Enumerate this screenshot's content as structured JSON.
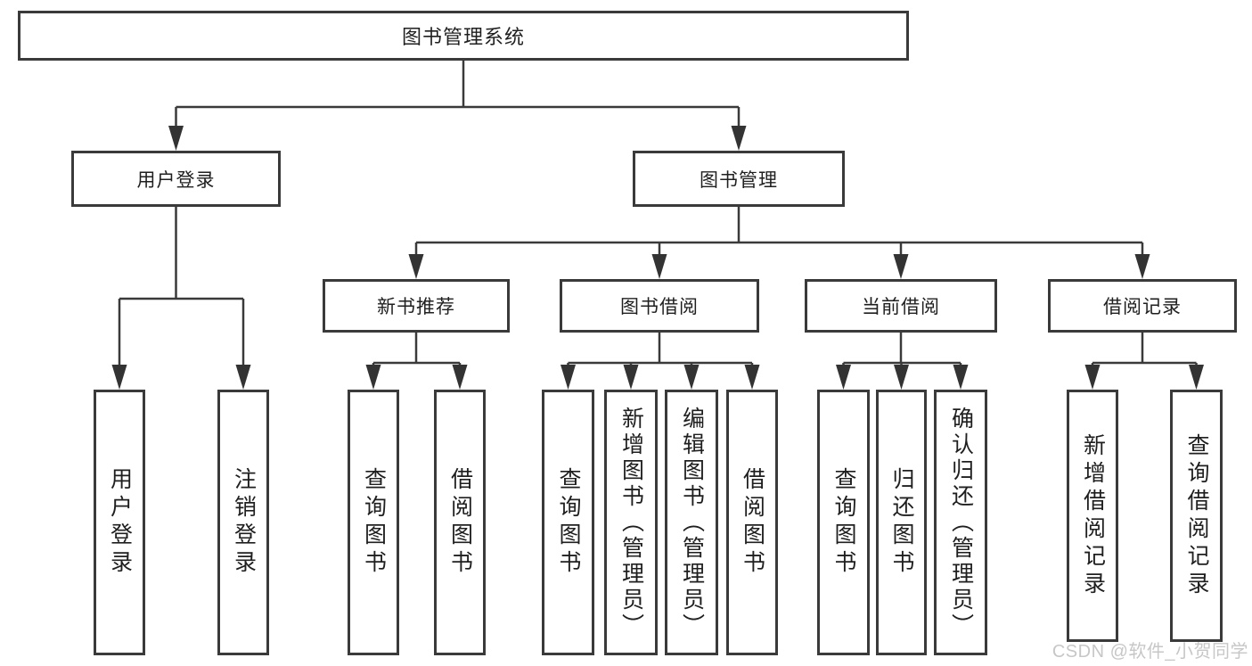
{
  "diagram": {
    "root": {
      "label": "图书管理系统",
      "children": [
        {
          "label": "用户登录",
          "children": [
            {
              "label": "用户登录"
            },
            {
              "label": "注销登录"
            }
          ]
        },
        {
          "label": "图书管理",
          "children": [
            {
              "label": "新书推荐",
              "children": [
                {
                  "label": "查询图书"
                },
                {
                  "label": "借阅图书"
                }
              ]
            },
            {
              "label": "图书借阅",
              "children": [
                {
                  "label": "查询图书"
                },
                {
                  "label": "新增图书（管理员）"
                },
                {
                  "label": "编辑图书（管理员）"
                },
                {
                  "label": "借阅图书"
                }
              ]
            },
            {
              "label": "当前借阅",
              "children": [
                {
                  "label": "查询图书"
                },
                {
                  "label": "归还图书"
                },
                {
                  "label": "确认归还（管理员）"
                }
              ]
            },
            {
              "label": "借阅记录",
              "children": [
                {
                  "label": "新增借阅记录"
                },
                {
                  "label": "查询借阅记录"
                }
              ]
            }
          ]
        }
      ]
    }
  },
  "watermark": "CSDN @软件_小贺同学",
  "colors": {
    "line": "#3a3a3a",
    "box_border": "#3a3a3a",
    "text": "#1f1f1f",
    "watermark": "#c7c7c7",
    "background": "#ffffff"
  }
}
